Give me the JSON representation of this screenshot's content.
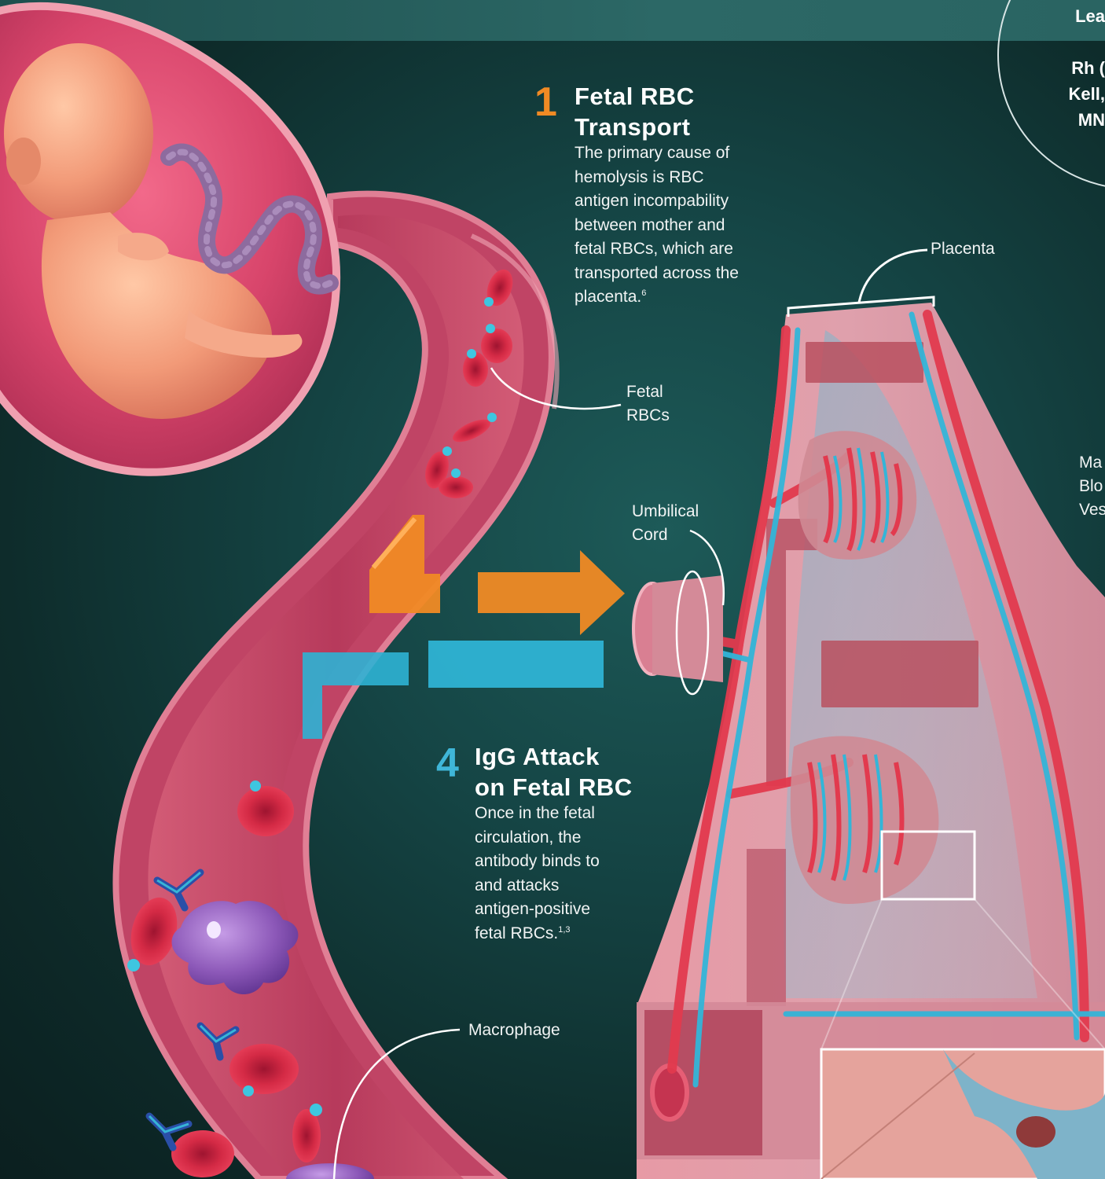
{
  "steps": [
    {
      "number": "1",
      "title_line1": "Fetal RBC",
      "title_line2": "Transport",
      "body_lines": [
        "The primary cause of",
        "hemolysis is RBC",
        "antigen incompability",
        "between mother and",
        "fetal RBCs, which are",
        "transported across the",
        "placenta."
      ],
      "body_ref": "6",
      "color": "#f08a24"
    },
    {
      "number": "4",
      "title_line1": "IgG Attack",
      "title_line2": "on Fetal RBC",
      "body_lines": [
        "Once in the fetal",
        "circulation, the",
        "antibody binds to",
        "and attacks",
        "antigen-positive",
        "fetal RBCs."
      ],
      "body_ref": "1,3",
      "color": "#3fb6d8"
    }
  ],
  "annotations": {
    "placenta": "Placenta",
    "fetal_rbcs_line1": "Fetal",
    "fetal_rbcs_line2": "RBCs",
    "umbilical_line1": "Umbilical",
    "umbilical_line2": "Cord",
    "macrophage": "Macrophage",
    "maternal_line1": "Ma",
    "maternal_line2": "Blo",
    "maternal_line3": "Ves"
  },
  "legend_fragment": {
    "line1": "Lea",
    "line2": "Rh (",
    "line3": "Kell,",
    "line4": "MN"
  },
  "colors": {
    "background": "#154545",
    "vessel": "#c9475f",
    "vessel_inner": "#b23a55",
    "rbc": "#d42a45",
    "artery": "#e23a4e",
    "vein": "#33b5d8",
    "arrow_orange": "#f08a24",
    "arrow_blue": "#2eb3d4",
    "macrophage": "#8c58b8",
    "antibody": "#2a4fa8"
  }
}
